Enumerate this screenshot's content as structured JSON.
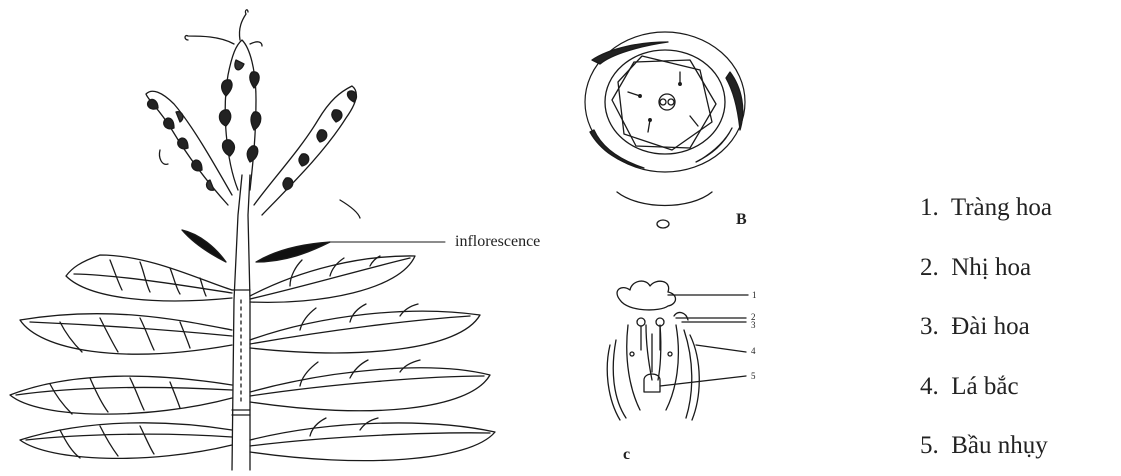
{
  "diagram": {
    "inflorescence_label": "inflorescence",
    "figure_b_label": "B",
    "figure_c_label": "c",
    "part_numbers": [
      "1",
      "2",
      "3",
      "4",
      "5"
    ],
    "legend": [
      {
        "num": "1.",
        "text": "Tràng hoa"
      },
      {
        "num": "2.",
        "text": "Nhị hoa"
      },
      {
        "num": "3.",
        "text": "Đài hoa"
      },
      {
        "num": "4.",
        "text": "Lá bắc"
      },
      {
        "num": "5.",
        "text": "Bầu nhụy"
      }
    ]
  }
}
